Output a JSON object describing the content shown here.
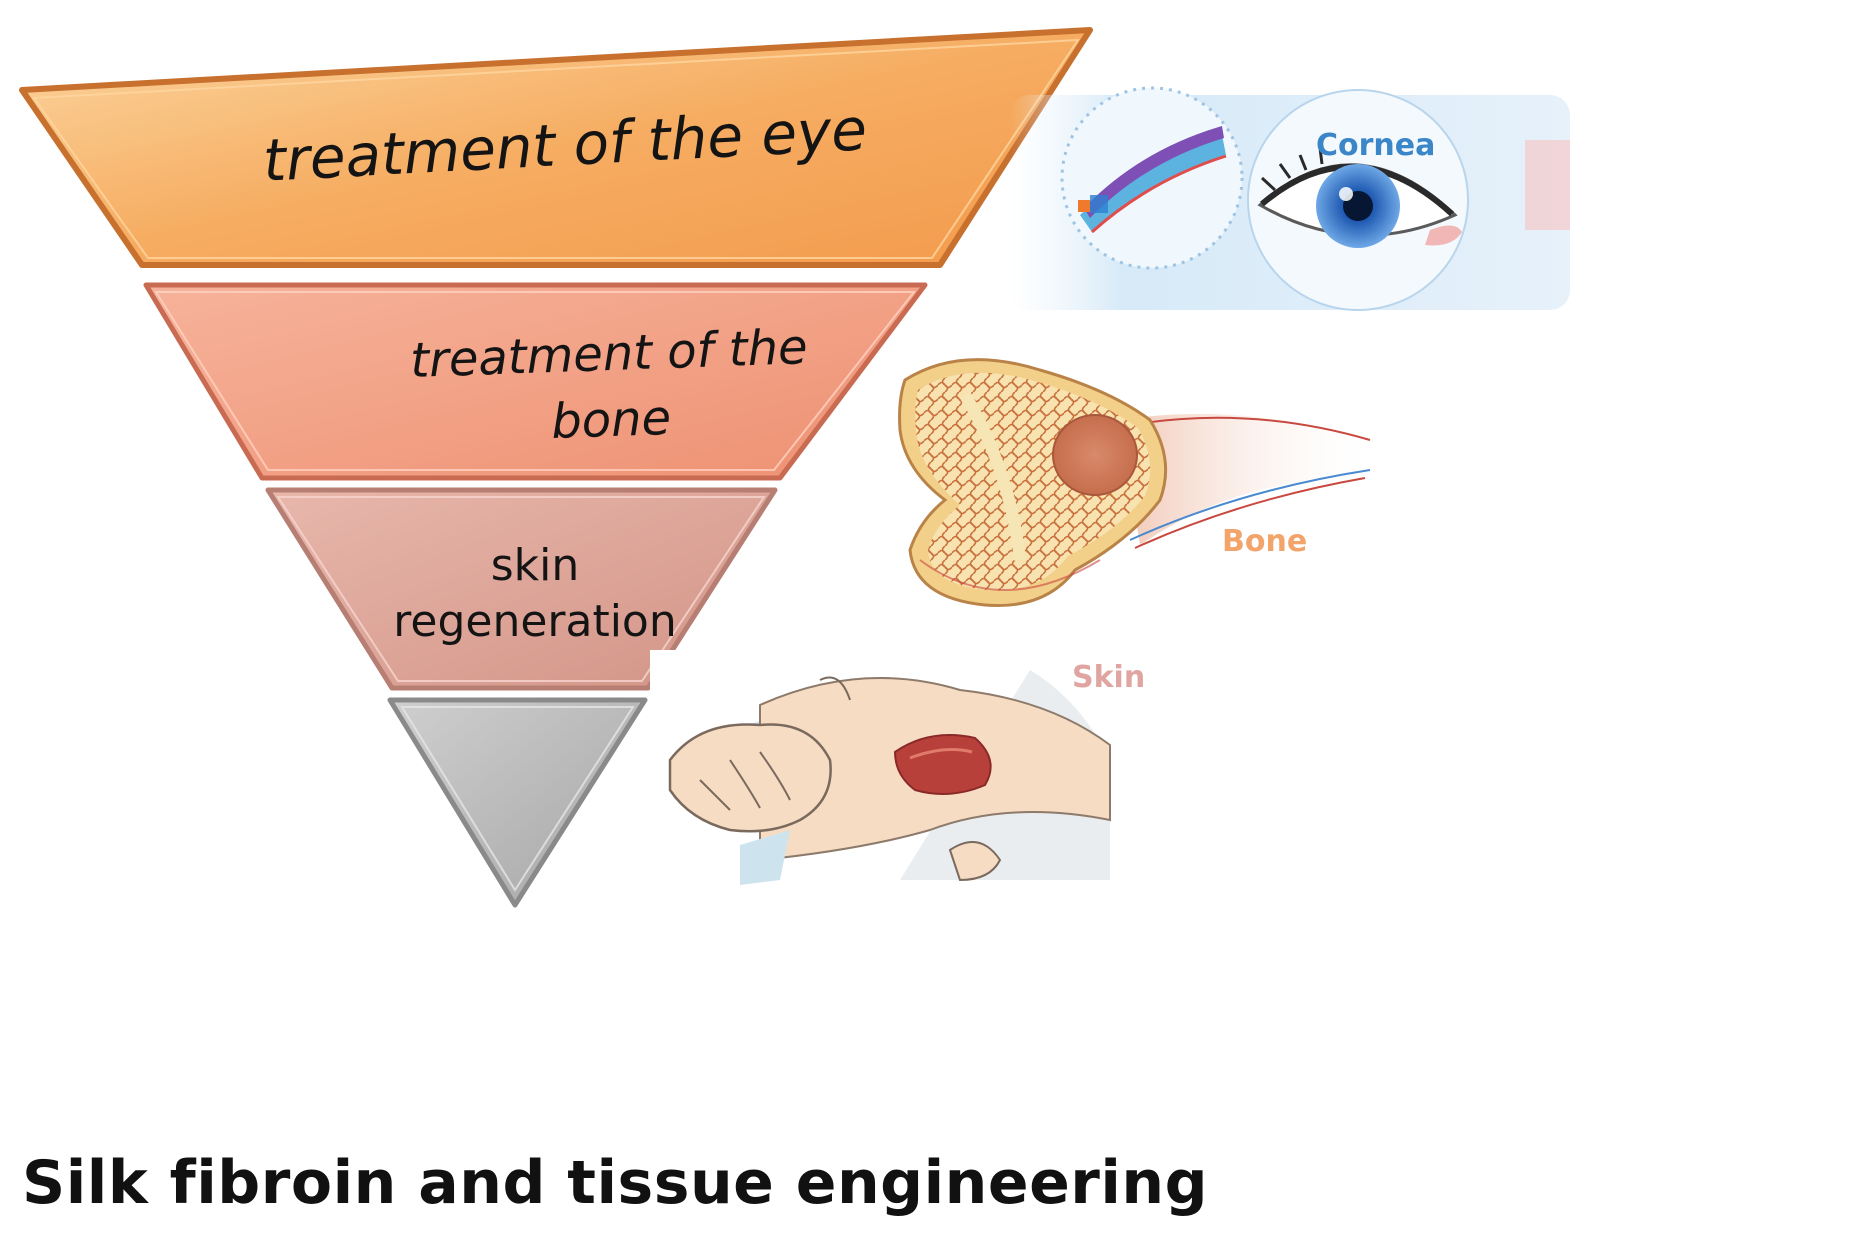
{
  "pyramid": {
    "tiers": [
      {
        "lines": [
          "treatment of the eye"
        ],
        "fill": "#f6a85a"
      },
      {
        "lines": [
          "treatment of the",
          "bone"
        ],
        "fill": "#f0957a"
      },
      {
        "lines": [
          "skin",
          "regeneration"
        ],
        "fill": "#d9a095"
      },
      {
        "lines": [],
        "fill": "#b8b8b8"
      }
    ]
  },
  "illustrations": {
    "eye": {
      "label": "Cornea",
      "color": "#3a86c8"
    },
    "bone": {
      "label": "Bone",
      "color": "#f2a46a"
    },
    "skin": {
      "label": "Skin",
      "color": "#e0a5a0"
    }
  },
  "title": "Silk fibroin and tissue engineering"
}
